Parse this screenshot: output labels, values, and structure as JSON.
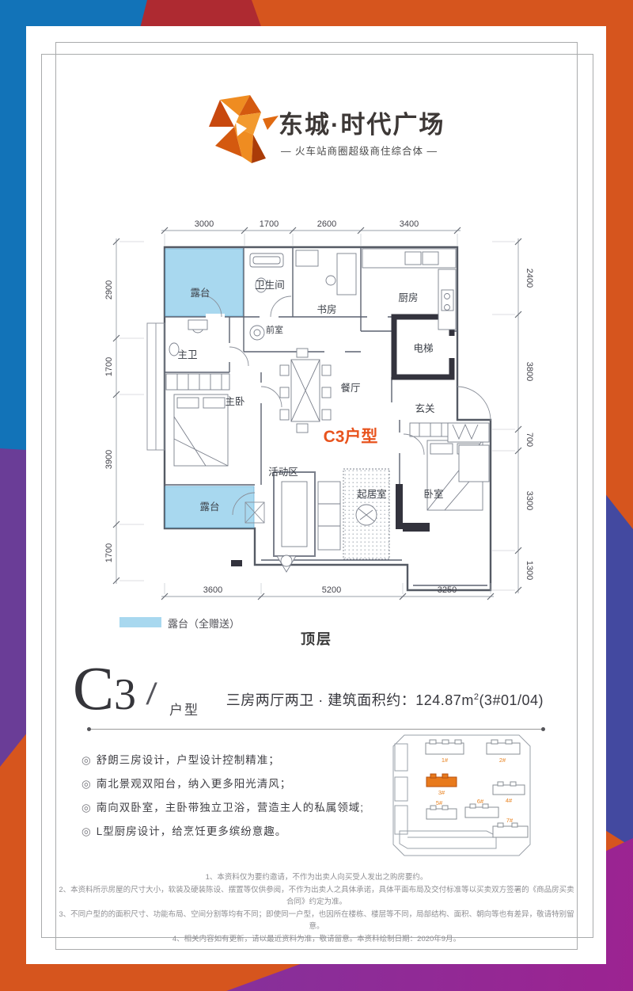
{
  "brand": {
    "name": "东城·时代广场",
    "tagline": "— 火车站商圈超级商住综合体 —"
  },
  "floor_plan": {
    "dims_top": [
      "3000",
      "1700",
      "2600",
      "3400"
    ],
    "dims_left": [
      "2900",
      "1700",
      "3900",
      "1700"
    ],
    "dims_right": [
      "2400",
      "3800",
      "700",
      "3300",
      "1300"
    ],
    "dims_bottom": [
      "3600",
      "5200",
      "3250"
    ],
    "rooms": {
      "terrace_top": "露台",
      "bathroom": "卫生间",
      "study": "书房",
      "kitchen": "厨房",
      "front_room": "前室",
      "elevator": "电梯",
      "master_bath": "主卫",
      "master_bedroom": "主卧",
      "dining": "餐厅",
      "foyer": "玄关",
      "activity": "活动区",
      "living": "起居室",
      "bedroom": "卧室",
      "terrace_bottom": "露台"
    },
    "unit_tag": "C3户型",
    "legend_label": "露台（全赠送）",
    "floor_label": "顶层"
  },
  "unit_info": {
    "code": "C",
    "code_digit": "3",
    "slash": "/",
    "type_label": "户型",
    "spec_main": "三房两厅两卫 · 建筑面积约：124.87m",
    "spec_sup": "2",
    "spec_tail": "(3#01/04)",
    "bullet": "◎",
    "features": [
      "舒朗三房设计，户型设计控制精准；",
      "南北景观双阳台，纳入更多阳光清风；",
      "南向双卧室，主卧带独立卫浴，营造主人的私属领域;",
      "L型厨房设计，给烹饪更多缤纷意趣。"
    ]
  },
  "site_plan": {
    "labels": [
      "1#",
      "2#",
      "3#",
      "4#",
      "5#",
      "6#",
      "7#"
    ],
    "highlighted": "3#"
  },
  "disclaimer": [
    "1、本资料仅为要约邀请，不作为出卖人向买受人发出之购房要约。",
    "2、本资料所示房屋的尺寸大小，软装及硬装陈设、摆置等仅供参阅，不作为出卖人之具体承诺，具体平面布局及交付标准等以买卖双方签署的《商品房买卖合同》约定为准。",
    "3、不同户型的的面积尺寸、功能布局、空间分割等均有不同；即使同一户型，也因所在楼栋、楼层等不同，局部结构、面积、朝向等也有差异，敬请特别留意。",
    "4、相关内容如有更新，请以最近资料为准，敬请留意。本资料绘制日期：2020年9月。"
  ],
  "colors": {
    "accent_orange": "#e8531d",
    "terrace_blue": "#a8d8ef",
    "brand_orange": "#e07020",
    "bg_blue": "#1273b8",
    "bg_red": "#ae2a31",
    "bg_orange": "#d6551e",
    "bg_purple": "#6a3d97",
    "bg_indigo": "#4349a0",
    "bg_magenta": "#9c2391"
  }
}
